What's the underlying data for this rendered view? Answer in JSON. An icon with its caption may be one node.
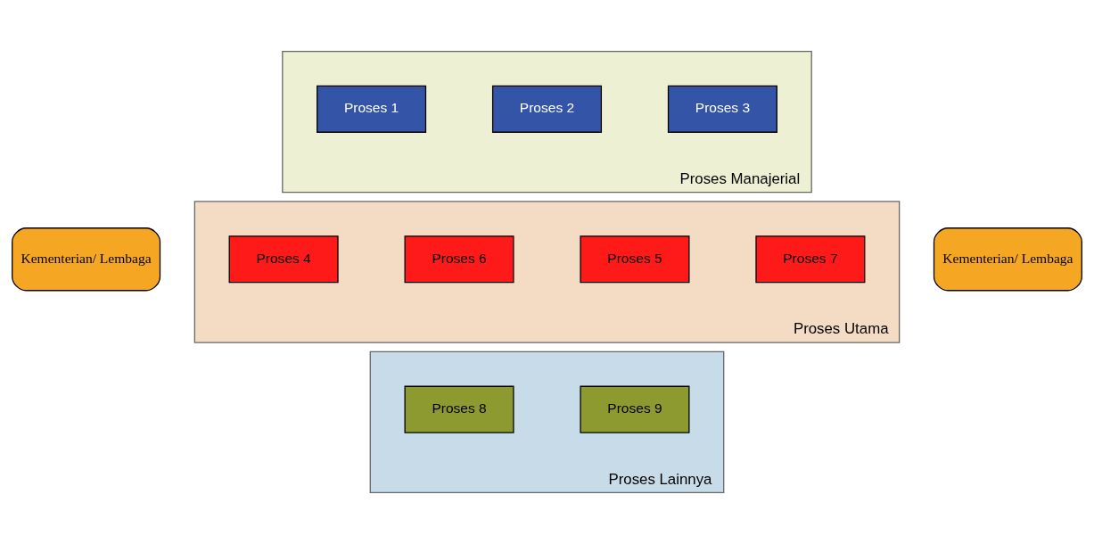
{
  "diagram": {
    "nodes": [
      {
        "text": [
          "Proses Manajerial"
        ]
      },
      {
        "text": [
          "Proses 1"
        ],
        "in": 0
      },
      {
        "text": [
          "Proses 2"
        ],
        "in": 0
      },
      {
        "text": [
          "Proses 3"
        ],
        "in": 0
      },
      {
        "text": [
          "Kementerian/ Lembaga"
        ]
      },
      {
        "text": [
          "Proses Utama"
        ]
      },
      {
        "text": [
          "Proses 4"
        ],
        "in": 5
      },
      {
        "text": [
          "Proses 5"
        ],
        "in": 5
      },
      {
        "text": [
          "Proses 6"
        ],
        "in": 5
      },
      {
        "text": [
          "Proses 7"
        ],
        "in": 5
      },
      {
        "text": [
          "Kementerian/ Lembaga"
        ]
      },
      {
        "text": [
          "Proses Lainnya"
        ]
      },
      {
        "text": [
          "Proses 8"
        ],
        "in": 11
      },
      {
        "text": [
          "Proses 9"
        ],
        "in": 11
      }
    ]
  }
}
